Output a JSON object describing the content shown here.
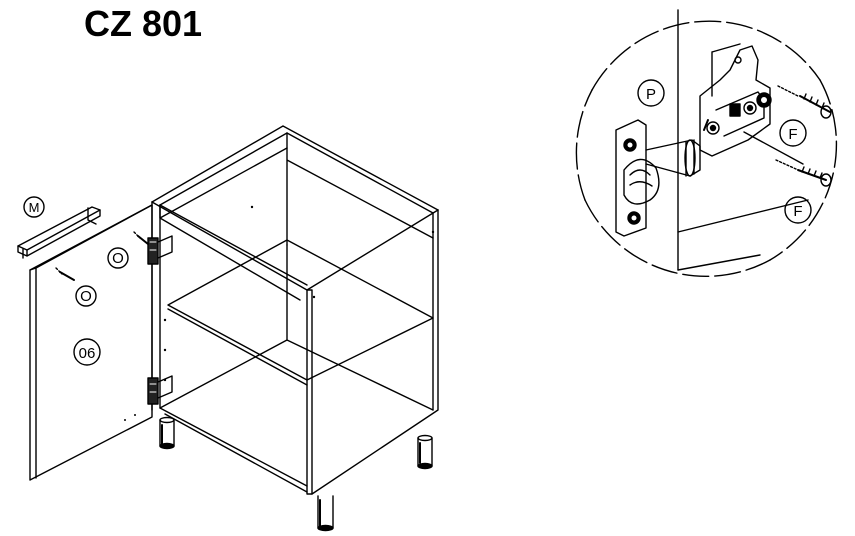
{
  "title": "CZ 801",
  "parts": {
    "handle": "M",
    "screw_o_upper": "O",
    "screw_o_lower": "O",
    "door": "06",
    "hinge": "P",
    "screw_f_upper": "F",
    "screw_f_lower": "F"
  }
}
